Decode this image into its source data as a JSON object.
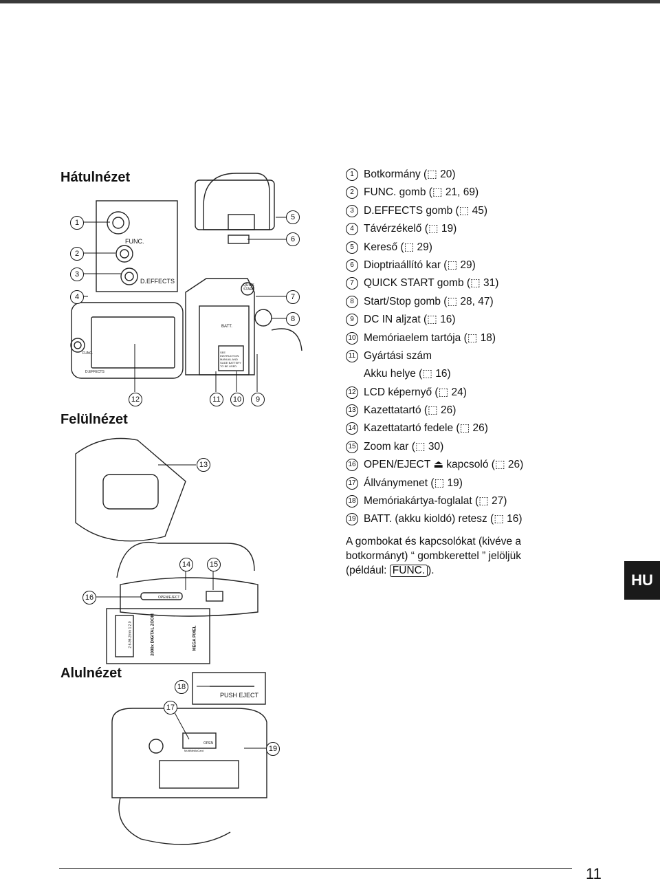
{
  "headings": {
    "rear_view": "Hátulnézet",
    "top_view": "Felülnézet",
    "bottom_view": "Alulnézet"
  },
  "callouts": [
    "1",
    "2",
    "3",
    "4",
    "5",
    "6",
    "7",
    "8",
    "9",
    "10",
    "11",
    "12",
    "13",
    "14",
    "15",
    "16",
    "17",
    "18",
    "19"
  ],
  "camera_labels": {
    "func": "FUNC.",
    "d_effects": "D.EFFECTS",
    "quick_start": "QUICK START",
    "batt": "BATT.",
    "instruction": "SEE INSTRUCTION MANUAL AND SLIDE BATTERY TO BE USED.",
    "open_eject": "OPEN/EJECT",
    "push_eject": "PUSH EJECT",
    "open": "OPEN",
    "multimedia_card": "MultiMediaCard",
    "lens_spec": "2.6-96.2mm 1:2.0",
    "zoom": "2000x DIGITAL ZOOM",
    "mega_pixel": "MEGA PIXEL"
  },
  "legend": [
    {
      "num": "1",
      "text": "Botkormány (⬚ 20)"
    },
    {
      "num": "2",
      "text": "FUNC. gomb (⬚ 21, 69)"
    },
    {
      "num": "3",
      "text": "D.EFFECTS gomb (⬚ 45)"
    },
    {
      "num": "4",
      "text": "Távérzékelő (⬚ 19)"
    },
    {
      "num": "5",
      "text": "Kereső (⬚ 29)"
    },
    {
      "num": "6",
      "text": "Dioptriaállító kar (⬚ 29)"
    },
    {
      "num": "7",
      "text": "QUICK START gomb (⬚ 31)"
    },
    {
      "num": "8",
      "text": "Start/Stop gomb (⬚ 28, 47)"
    },
    {
      "num": "9",
      "text": "DC IN aljzat (⬚ 16)"
    },
    {
      "num": "10",
      "text": "Memóriaelem tartója (⬚ 18)"
    },
    {
      "num": "11",
      "text": "Gyártási szám",
      "sub": "Akku helye (⬚ 16)"
    },
    {
      "num": "12",
      "text": "LCD képernyő (⬚ 24)"
    },
    {
      "num": "13",
      "text": "Kazettatartó (⬚ 26)"
    },
    {
      "num": "14",
      "text": "Kazettatartó fedele (⬚ 26)"
    },
    {
      "num": "15",
      "text": "Zoom kar (⬚ 30)"
    },
    {
      "num": "16",
      "text": "OPEN/EJECT ⏏ kapcsoló (⬚ 26)"
    },
    {
      "num": "17",
      "text": "Állványmenet (⬚ 19)"
    },
    {
      "num": "18",
      "text": "Memóriakártya-foglalat (⬚ 27)"
    },
    {
      "num": "19",
      "text": "BATT. (akku kioldó) retesz (⬚ 16)"
    }
  ],
  "note": {
    "line1": "A gombokat és kapcsolókat (kivéve a",
    "line2": "botkormányt) “ gombkerettel ” jelöljük",
    "line3_prefix": "(például:",
    "func_button": "FUNC.",
    "line3_suffix": ")."
  },
  "language_tab": "HU",
  "page_number": "11"
}
